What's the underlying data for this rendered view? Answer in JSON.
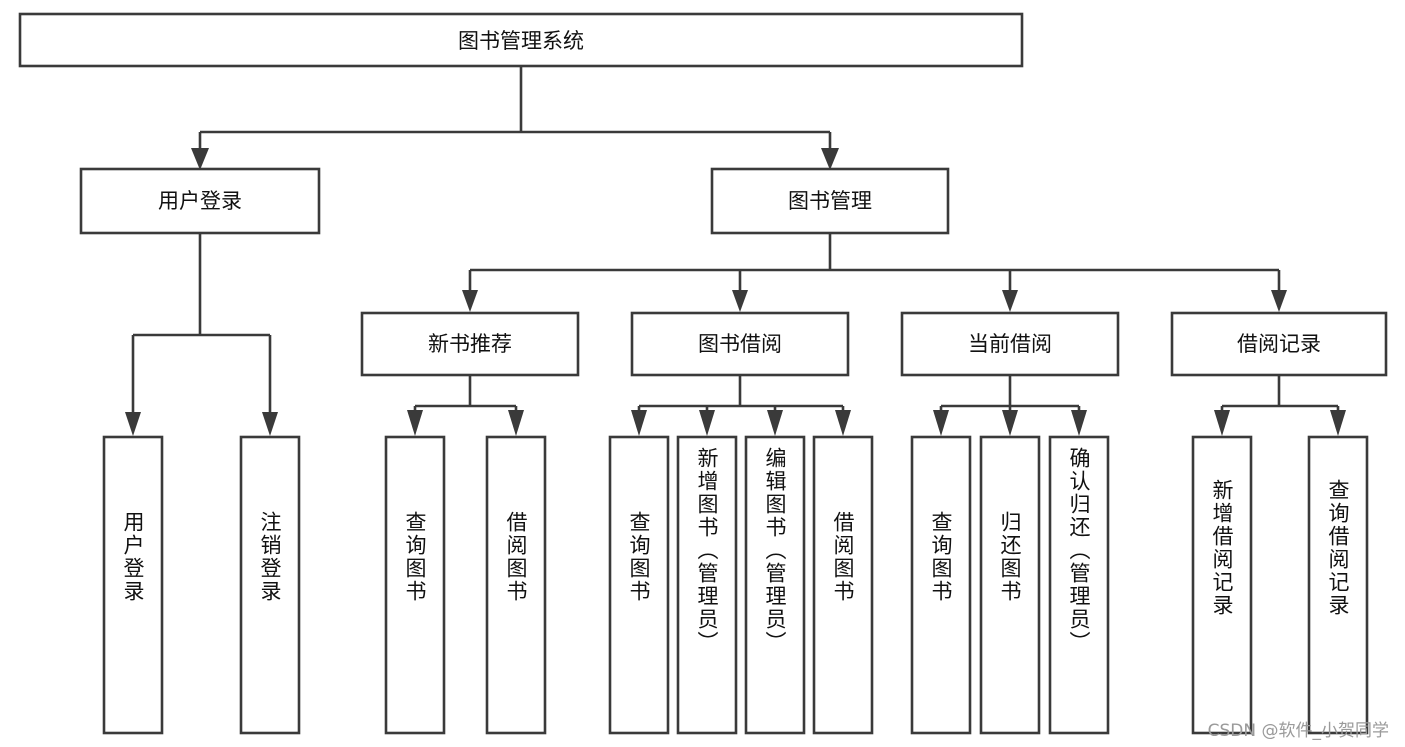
{
  "diagram": {
    "type": "tree",
    "title_node": "图书管理系统",
    "watermark": "CSDN @软件_小贺同学",
    "colors": {
      "stroke": "#3a3a3a",
      "fill": "#ffffff",
      "text": "#111111",
      "watermark": "#9a9a9a",
      "background": "#ffffff"
    },
    "nodes": {
      "root": {
        "label": "图书管理系统"
      },
      "level1": [
        {
          "label": "用户登录"
        },
        {
          "label": "图书管理"
        }
      ],
      "level2": [
        {
          "label": "新书推荐"
        },
        {
          "label": "图书借阅"
        },
        {
          "label": "当前借阅"
        },
        {
          "label": "借阅记录"
        }
      ],
      "leaves": {
        "user_login": [
          {
            "label": "用户登录"
          },
          {
            "label": "注销登录"
          }
        ],
        "new_book_recommend": [
          {
            "label": "查询图书"
          },
          {
            "label": "借阅图书"
          }
        ],
        "book_borrow": [
          {
            "label": "查询图书"
          },
          {
            "label": "新增图书（管理员）"
          },
          {
            "label": "编辑图书（管理员）"
          },
          {
            "label": "借阅图书"
          }
        ],
        "current_borrow": [
          {
            "label": "查询图书"
          },
          {
            "label": "归还图书"
          },
          {
            "label": "确认归还（管理员）"
          }
        ],
        "borrow_record": [
          {
            "label": "新增借阅记录"
          },
          {
            "label": "查询借阅记录"
          }
        ]
      }
    }
  }
}
